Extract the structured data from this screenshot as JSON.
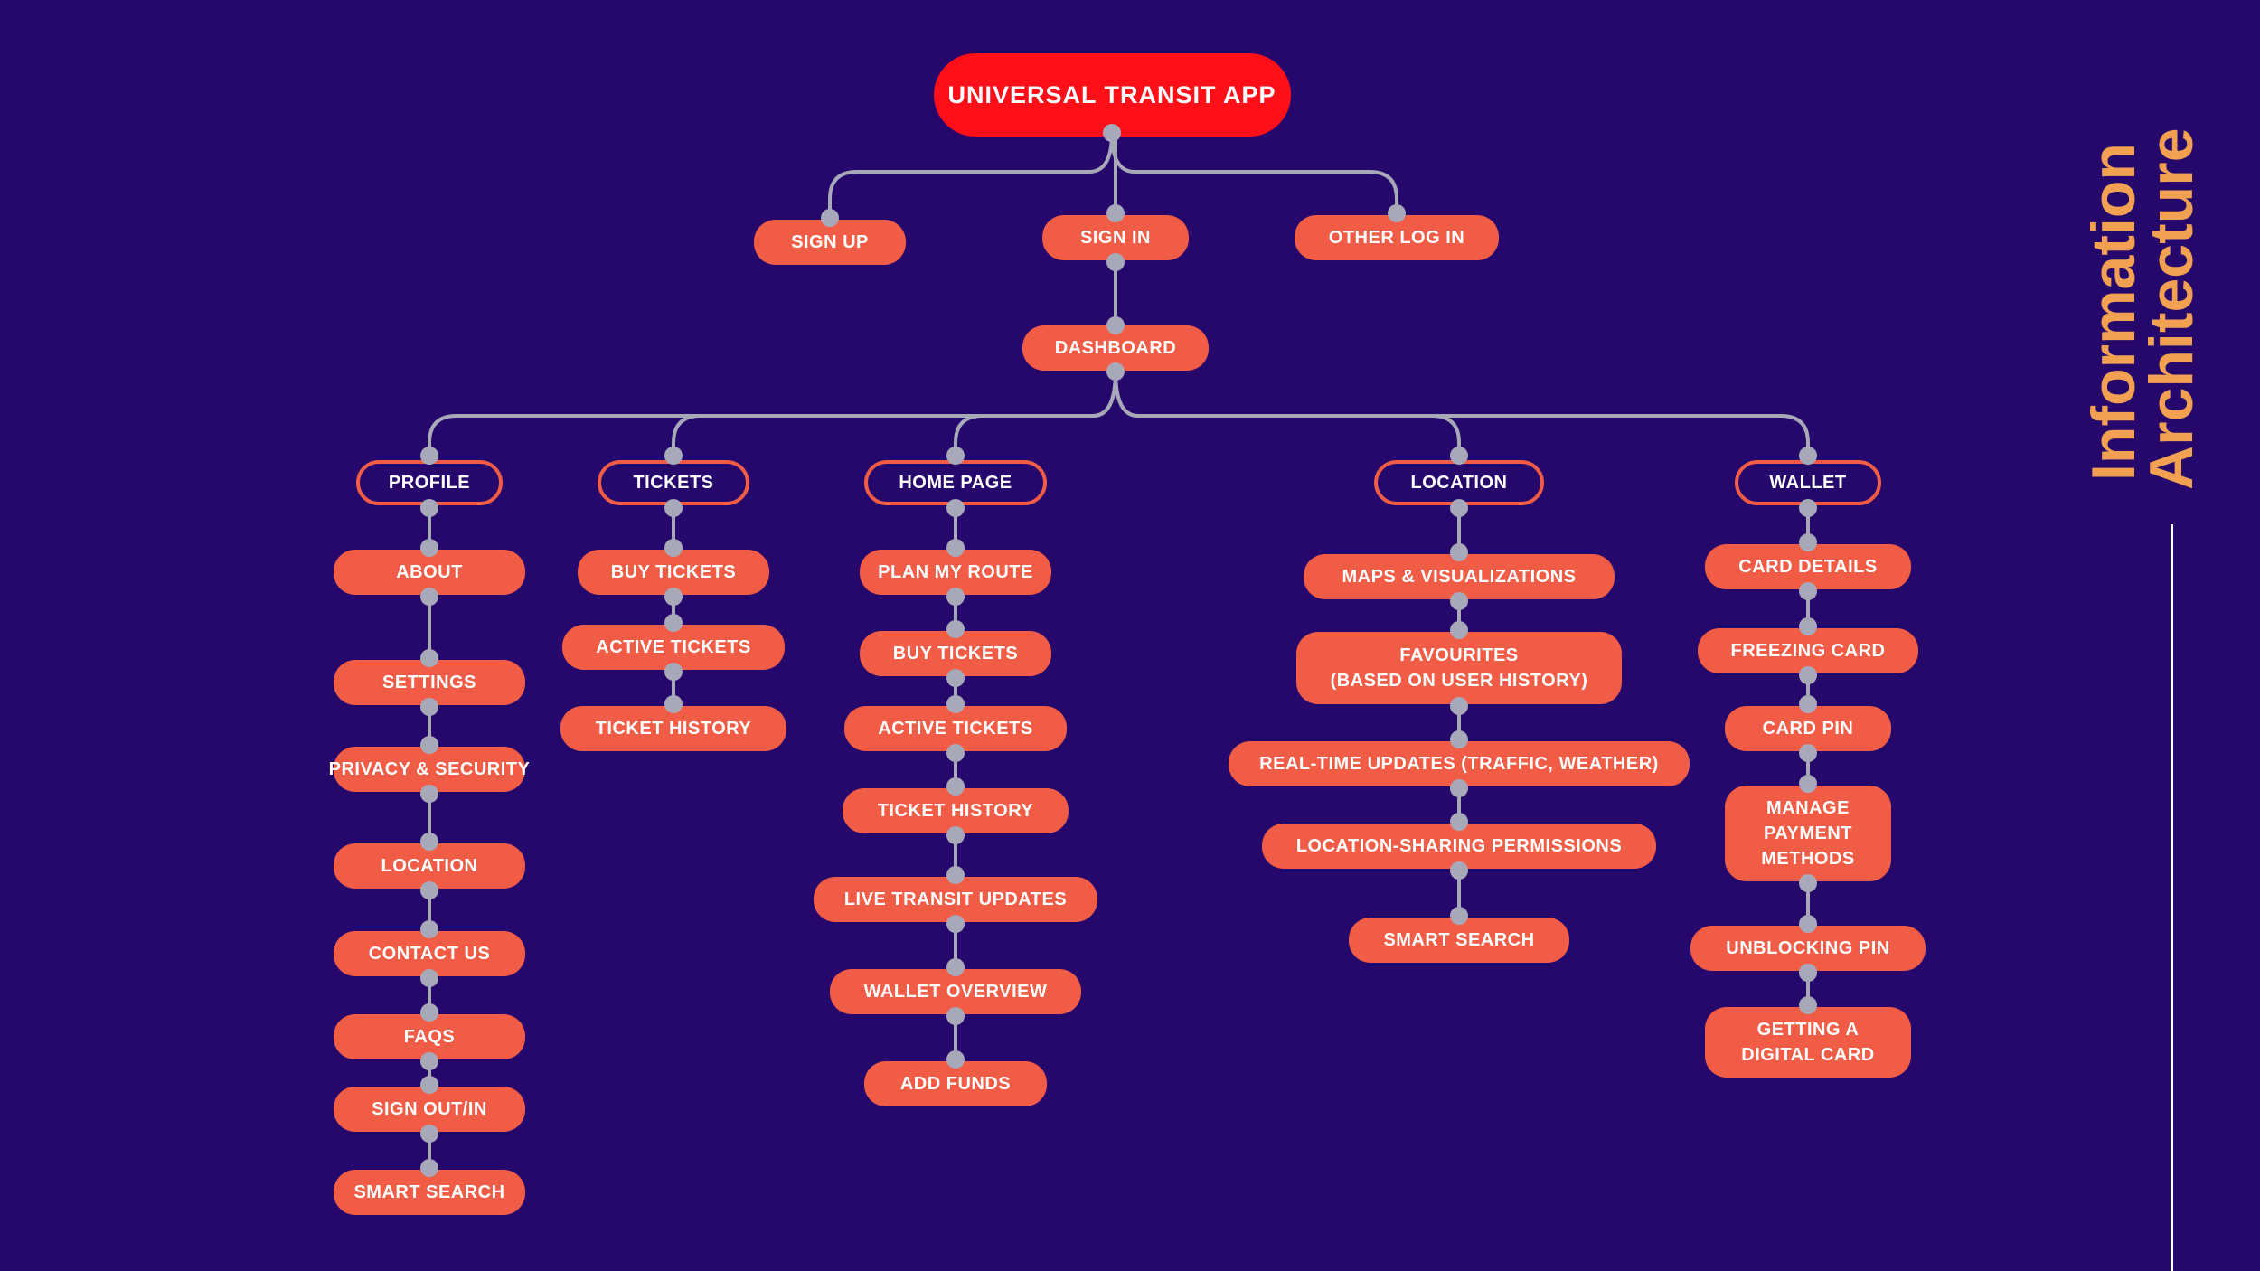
{
  "diagram": {
    "title": "UNIVERSAL TRANSIT APP",
    "auth_options": [
      "SIGN UP",
      "SIGN IN",
      "OTHER LOG IN"
    ],
    "hub": "DASHBOARD",
    "sections": [
      {
        "name": "PROFILE",
        "items": [
          "ABOUT",
          "SETTINGS",
          "PRIVACY & SECURITY",
          "LOCATION",
          "CONTACT US",
          "FAQS",
          "SIGN OUT/IN",
          "SMART SEARCH"
        ]
      },
      {
        "name": "TICKETS",
        "items": [
          "BUY TICKETS",
          "ACTIVE TICKETS",
          "TICKET HISTORY"
        ]
      },
      {
        "name": "HOME PAGE",
        "items": [
          "PLAN MY ROUTE",
          "BUY TICKETS",
          "ACTIVE TICKETS",
          "TICKET HISTORY",
          "LIVE TRANSIT UPDATES",
          "WALLET OVERVIEW",
          "ADD FUNDS"
        ]
      },
      {
        "name": "LOCATION",
        "items": [
          "MAPS & VISUALIZATIONS",
          "FAVOURITES\n(BASED ON USER HISTORY)",
          "REAL-TIME UPDATES (TRAFFIC, WEATHER)",
          "LOCATION-SHARING PERMISSIONS",
          "SMART SEARCH"
        ]
      },
      {
        "name": "WALLET",
        "items": [
          "CARD DETAILS",
          "FREEZING CARD",
          "CARD PIN",
          "MANAGE\nPAYMENT\nMETHODS",
          "UNBLOCKING PIN",
          "GETTING A\nDIGITAL CARD"
        ]
      }
    ]
  },
  "side_title": [
    "Information",
    "Architecture"
  ],
  "colors": {
    "background": "#26076b",
    "root": "#ff0f18",
    "node": "#f05c45",
    "connector": "#a7a9b9",
    "side_title": "#f2a052"
  }
}
